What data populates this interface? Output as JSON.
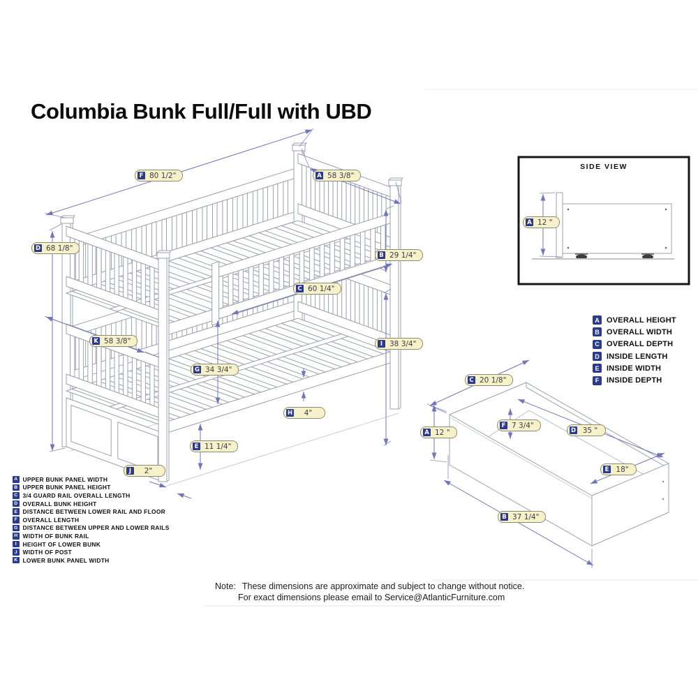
{
  "title": "Columbia Bunk Full/Full with UBD",
  "bed_dims": [
    {
      "letter": "F",
      "value": "80 1/2\""
    },
    {
      "letter": "A",
      "value": "58 3/8\""
    },
    {
      "letter": "D",
      "value": "68 1/8\""
    },
    {
      "letter": "B",
      "value": "29 1/4\""
    },
    {
      "letter": "C",
      "value": "60 1/4\""
    },
    {
      "letter": "K",
      "value": "58 3/8\""
    },
    {
      "letter": "I",
      "value": "38 3/4\""
    },
    {
      "letter": "G",
      "value": "34 3/4\""
    },
    {
      "letter": "H",
      "value": "4\""
    },
    {
      "letter": "E",
      "value": "11 1/4\""
    },
    {
      "letter": "J",
      "value": "2\""
    }
  ],
  "side_view": {
    "title": "SIDE VIEW",
    "dim": {
      "letter": "A",
      "value": "12 \""
    }
  },
  "drawer_dims": [
    {
      "letter": "C",
      "value": "20 1/8\""
    },
    {
      "letter": "A",
      "value": "12 \""
    },
    {
      "letter": "F",
      "value": "7 3/4\""
    },
    {
      "letter": "D",
      "value": "35 \""
    },
    {
      "letter": "E",
      "value": "18\""
    },
    {
      "letter": "B",
      "value": "37 1/4\""
    }
  ],
  "drawer_legend": [
    {
      "letter": "A",
      "text": "OVERALL HEIGHT"
    },
    {
      "letter": "B",
      "text": "OVERALL WIDTH"
    },
    {
      "letter": "C",
      "text": "OVERALL DEPTH"
    },
    {
      "letter": "D",
      "text": "INSIDE LENGTH"
    },
    {
      "letter": "E",
      "text": "INSIDE WIDTH"
    },
    {
      "letter": "F",
      "text": "INSIDE DEPTH"
    }
  ],
  "bed_legend": [
    {
      "letter": "A",
      "text": "UPPER BUNK PANEL WIDTH"
    },
    {
      "letter": "B",
      "text": "UPPER BUNK PANEL HEIGHT"
    },
    {
      "letter": "C",
      "text": "3/4 GUARD RAIL OVERALL LENGTH"
    },
    {
      "letter": "D",
      "text": "OVERALL BUNK HEIGHT"
    },
    {
      "letter": "E",
      "text": "DISTANCE BETWEEN LOWER RAIL AND FLOOR"
    },
    {
      "letter": "F",
      "text": "OVERALL LENGTH"
    },
    {
      "letter": "G",
      "text": "DISTANCE BETWEEN UPPER AND LOWER RAILS"
    },
    {
      "letter": "H",
      "text": "WIDTH OF BUNK RAIL"
    },
    {
      "letter": "I",
      "text": "HEIGHT OF LOWER BUNK"
    },
    {
      "letter": "J",
      "text": "WIDTH OF POST"
    },
    {
      "letter": "K",
      "text": "LOWER BUNK PANEL WIDTH"
    }
  ],
  "note": {
    "prefix": "Note:",
    "line1": "These dimensions are approximate and subject to change without notice.",
    "line2": "For exact dimensions please email to Service@AtlanticFurniture.com"
  },
  "colors": {
    "label_bg": "#f7f1ca",
    "label_border": "#8d8b75",
    "letter_badge": "#2b3a8c",
    "dimension_line": "#7276b8",
    "drawing_line": "#9ba0ac"
  }
}
